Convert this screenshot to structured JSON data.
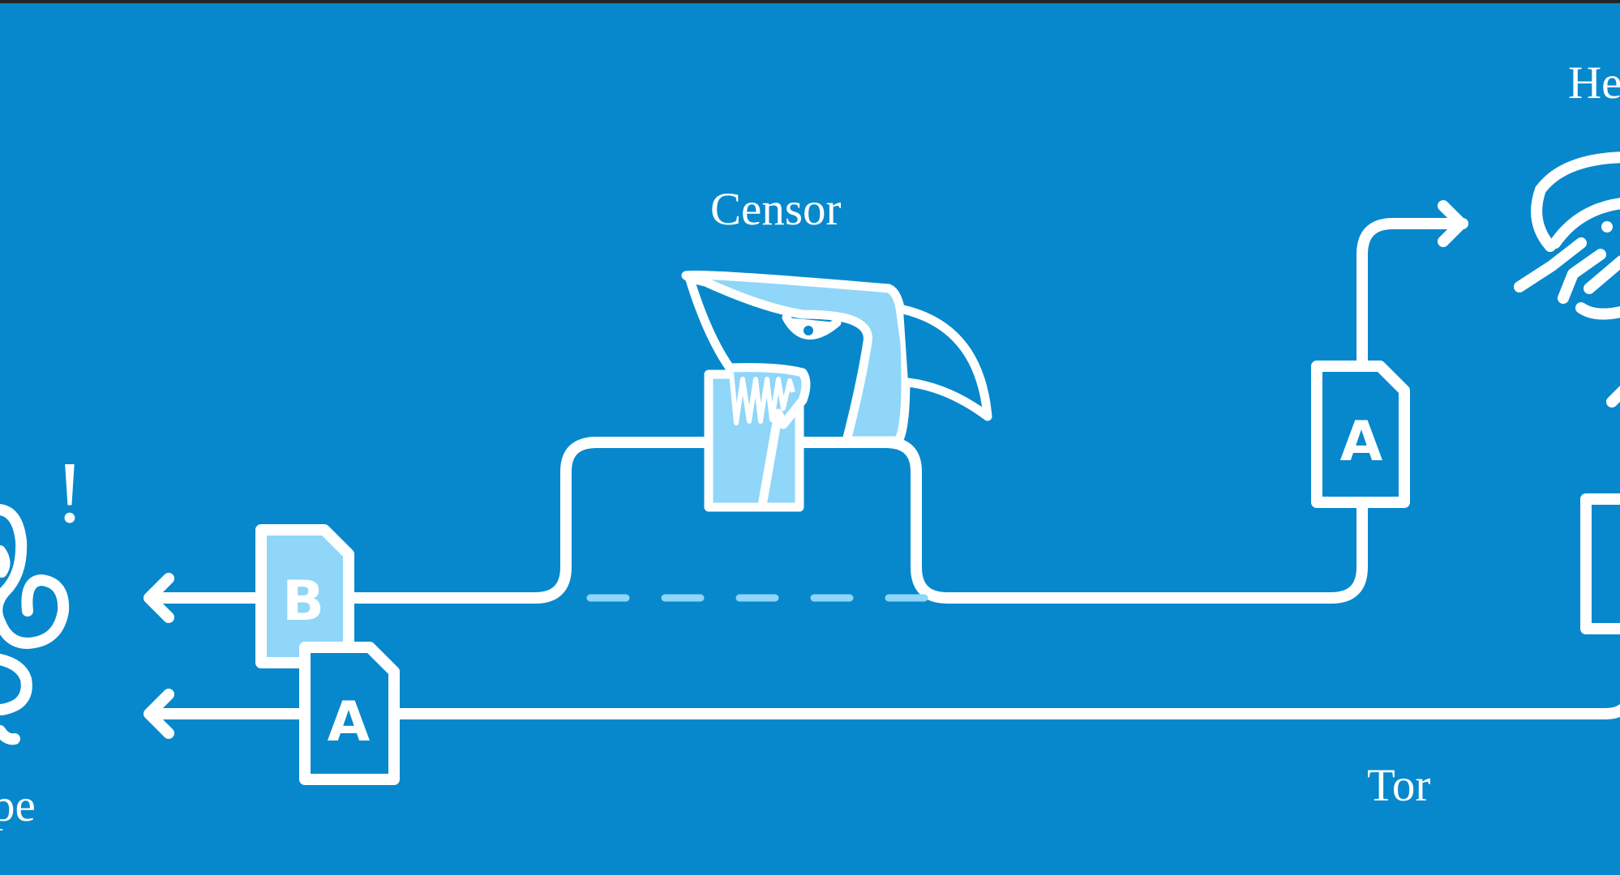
{
  "labels": {
    "censor": "Censor",
    "tor": "Tor",
    "helper_partial": "He",
    "left_partial": "pe"
  },
  "documents": {
    "fake_doc_letter": "B",
    "real_doc_letter": "A"
  },
  "exclamation": "!",
  "colors": {
    "background": "#0788cc",
    "line": "#ffffff",
    "accent_light": "#8fd6f8",
    "frame": "#22262b"
  },
  "icons": [
    "arrow-left-icon",
    "arrow-right-icon",
    "shark-icon",
    "document-icon",
    "person-icon",
    "dashed-path-icon"
  ]
}
